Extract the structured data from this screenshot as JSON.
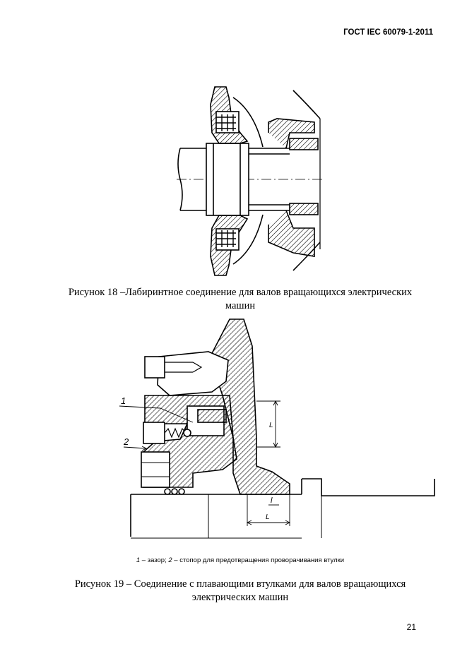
{
  "header": {
    "standard_code": "ГОСТ IEC 60079-1-2011"
  },
  "figure18": {
    "caption_line1": "Рисунок 18 –Лабиринтное соединение для валов вращающихся электрических",
    "caption_line2": "машин"
  },
  "figure19": {
    "label_1": "1",
    "label_2": "2",
    "dim_L_vertical": "L",
    "dim_L_horizontal": "L",
    "dim_l": "l",
    "legend": {
      "n1": "1",
      "t1": " – зазор; ",
      "n2": "2",
      "t2": " – стопор для предотвращения проворачивания втулки"
    },
    "caption_line1": "Рисунок 19 – Соединение с плавающими втулками для валов вращающихся",
    "caption_line2": "электрических машин"
  },
  "footer": {
    "page_number": "21"
  }
}
